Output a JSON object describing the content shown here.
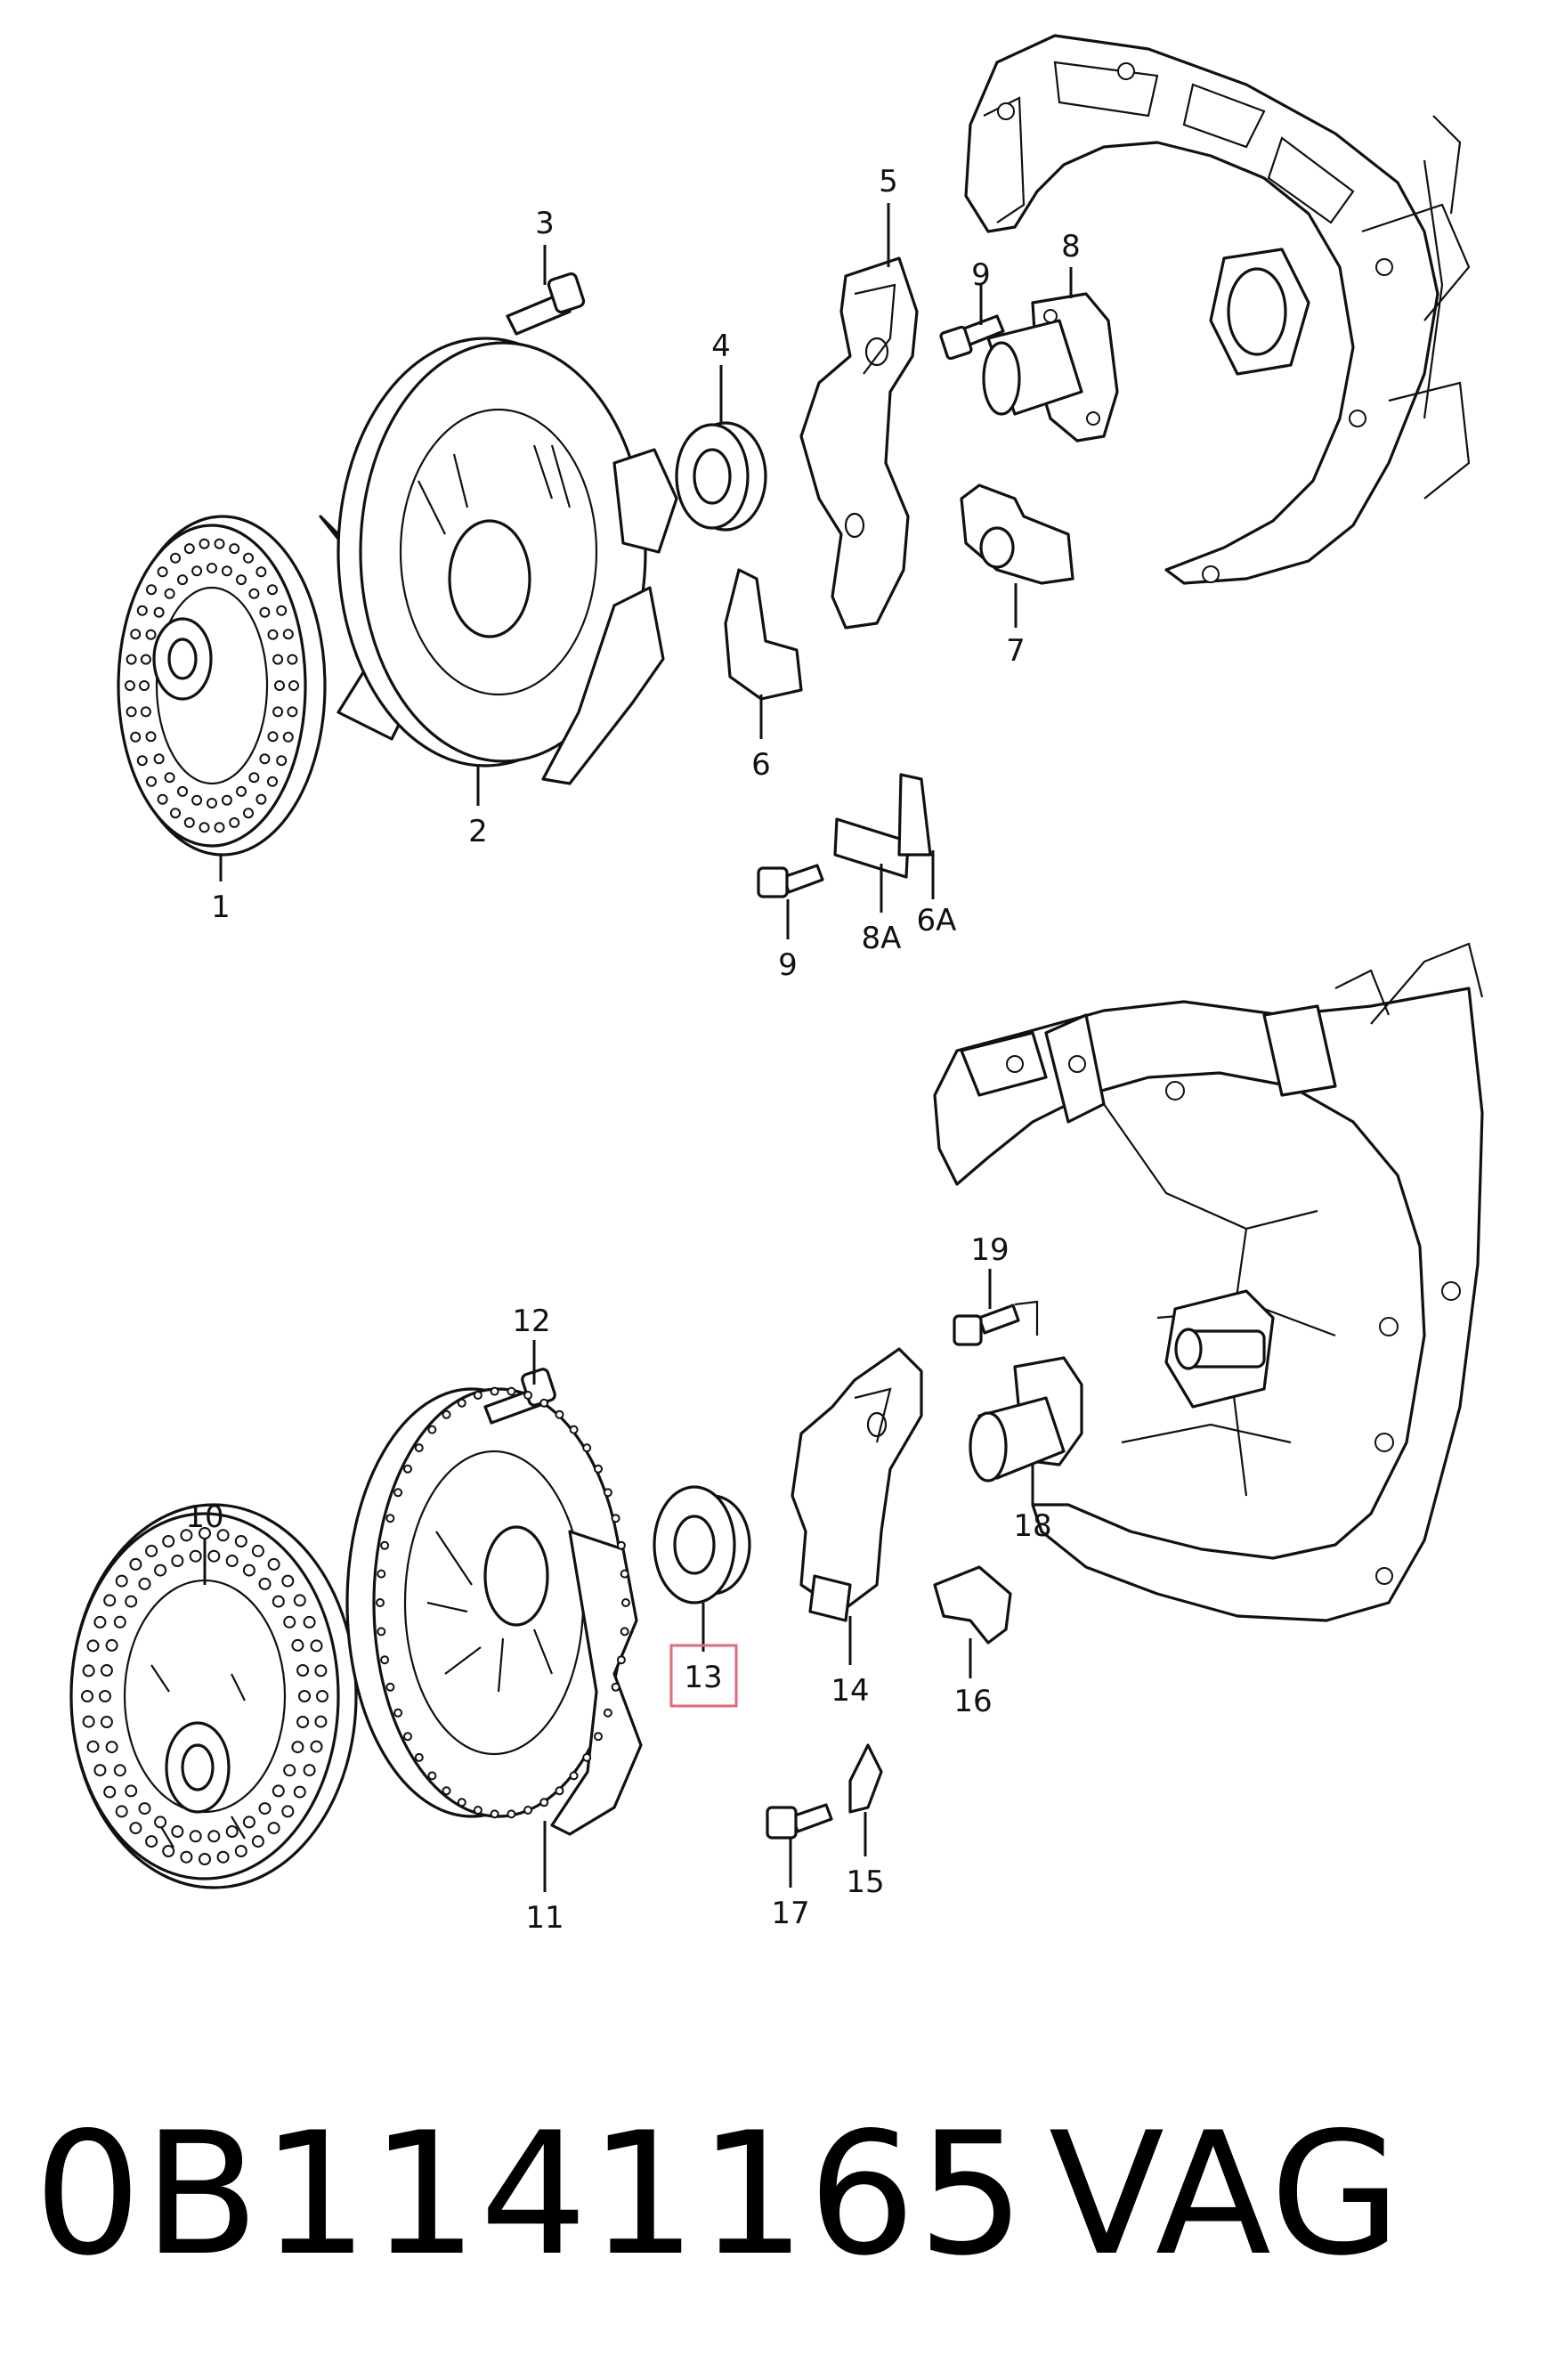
{
  "callouts": {
    "top": [
      "1",
      "2",
      "3",
      "4",
      "5",
      "6",
      "7",
      "8",
      "9",
      "9",
      "8A",
      "6A"
    ],
    "bottom": [
      "10",
      "11",
      "12",
      "13",
      "14",
      "15",
      "16",
      "17",
      "18",
      "19"
    ]
  },
  "highlighted_callout": "13",
  "highlight_color": "#e06a78",
  "footer": {
    "part_number": "0B1141165",
    "brand": "VAG"
  }
}
